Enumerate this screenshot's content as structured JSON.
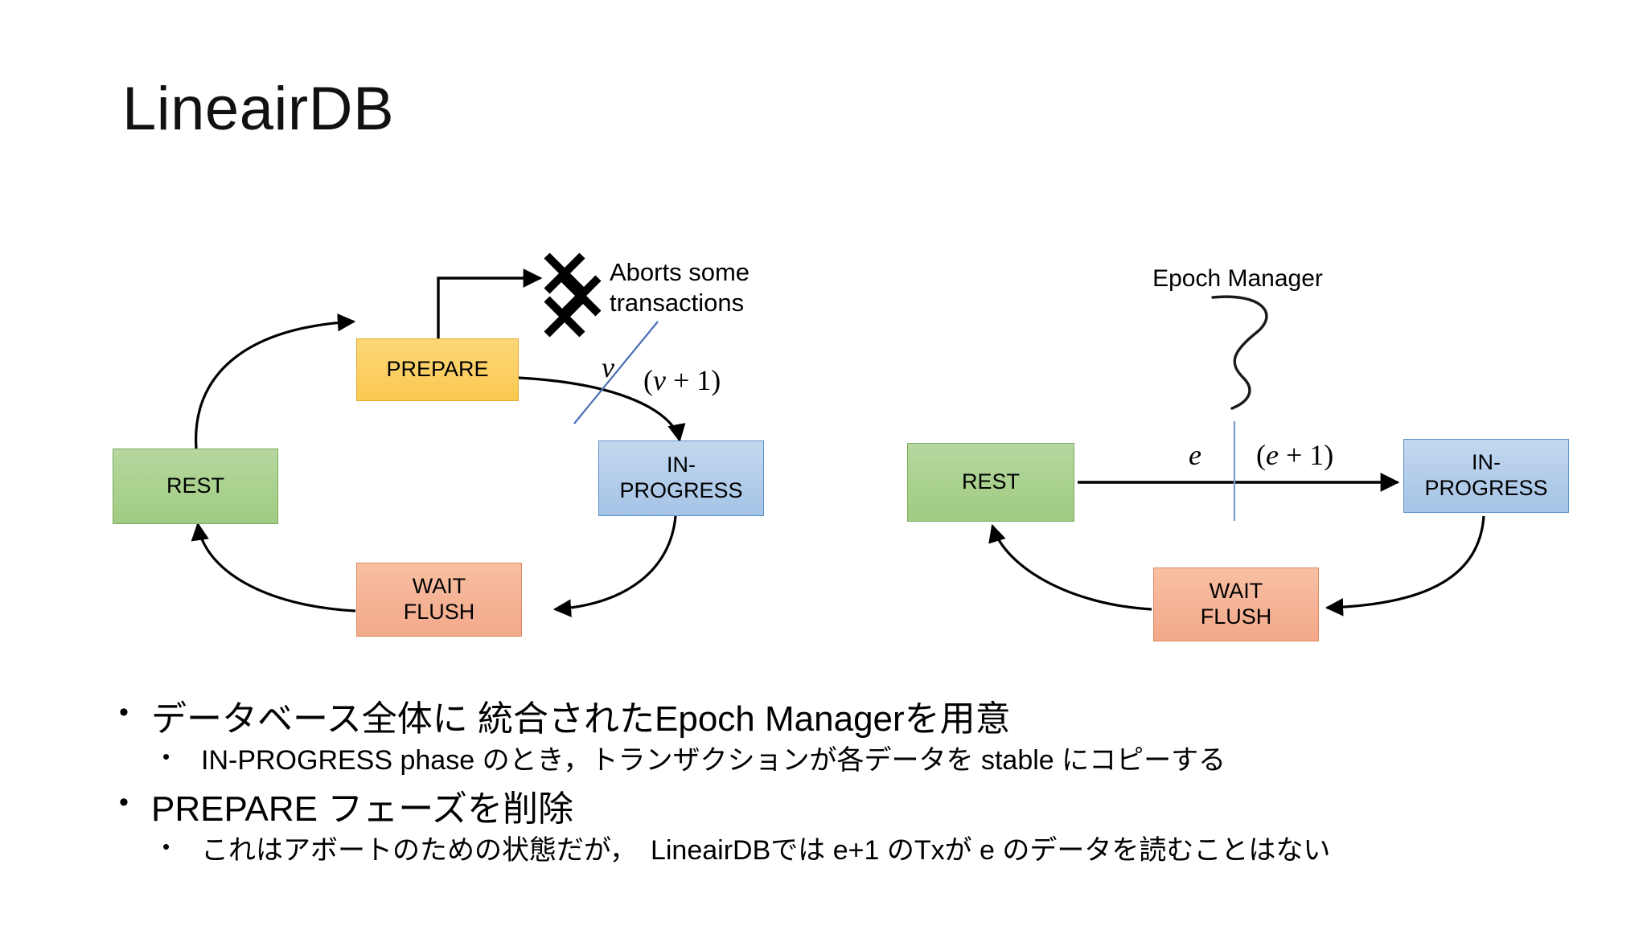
{
  "slide": {
    "title": "LineairDB"
  },
  "diagram_left": {
    "name": "epoch-state-machine-with-prepare",
    "boxes": [
      {
        "id": "rest",
        "label": "REST",
        "color": "#a9d18e"
      },
      {
        "id": "prepare",
        "label": "PREPARE",
        "color": "#fbcf63"
      },
      {
        "id": "in-progress",
        "label_line1": "IN-",
        "label_line2": "PROGRESS",
        "color": "#b2ccea"
      },
      {
        "id": "wait-flush",
        "label_line1": "WAIT",
        "label_line2": "FLUSH",
        "color": "#f5b295"
      }
    ],
    "abort_note": {
      "line1": "Aborts some",
      "line2": "transactions"
    },
    "epoch_labels": {
      "current": "v",
      "next_open": "(",
      "next_var": "v",
      "next_plus": " + 1",
      "next_close": ")"
    },
    "divider_color": "#4a6fb5"
  },
  "diagram_right": {
    "name": "epoch-state-machine-without-prepare",
    "heading": "Epoch Manager",
    "boxes": [
      {
        "id": "rest",
        "label": "REST",
        "color": "#a9d18e"
      },
      {
        "id": "in-progress",
        "label_line1": "IN-",
        "label_line2": "PROGRESS",
        "color": "#b2ccea"
      },
      {
        "id": "wait-flush",
        "label_line1": "WAIT",
        "label_line2": "FLUSH",
        "color": "#f5b295"
      }
    ],
    "epoch_labels": {
      "current": "e",
      "next_open": "(",
      "next_var": "e",
      "next_plus": " + 1",
      "next_close": ")"
    },
    "divider_color": "#7d9dc9"
  },
  "bullets": {
    "item1": "データベース全体に 統合されたEpoch Managerを用意",
    "item1_sub": "IN-PROGRESS phase のとき，トランザクションが各データを stable にコピーする",
    "item2": "PREPARE フェーズを削除",
    "item2_sub": "これはアボートのための状態だが，　LineairDBでは e+1 のTxが e のデータを読むことはない"
  }
}
